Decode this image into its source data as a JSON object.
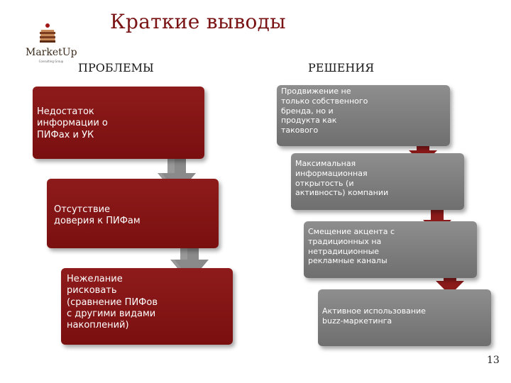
{
  "title": "Краткие выводы",
  "logo": {
    "name": "MarketUp",
    "tagline": "Consulting Group"
  },
  "columns": {
    "problems_heading": "ПРОБЛЕМЫ",
    "solutions_heading": "РЕШЕНИЯ"
  },
  "problems": [
    "Недостаток\nинформации о\nПИФах и УК",
    "Отсутствие\nдоверия к ПИФам",
    "Нежелание\nрисковать\n(сравнение ПИФов\nс другими видами\nнакоплений)"
  ],
  "solutions": [
    "Продвижение не\nтолько собственного\nбренда, но и\nпродукта как\nтакового",
    "Максимальная\nинформационная\nоткрытость (и\nактивность) компании",
    "Смещение акцента с\nтрадиционных на\nнетрадиционные\nрекламные каналы",
    "Активное использование\nbuzz-маркетинга"
  ],
  "page_number": "13",
  "colors": {
    "problem_box": "#7d1214",
    "solution_box": "#7f7f7f",
    "solution_arrow": "#8b1a1a",
    "problem_arrow": "#8a8a8a"
  }
}
